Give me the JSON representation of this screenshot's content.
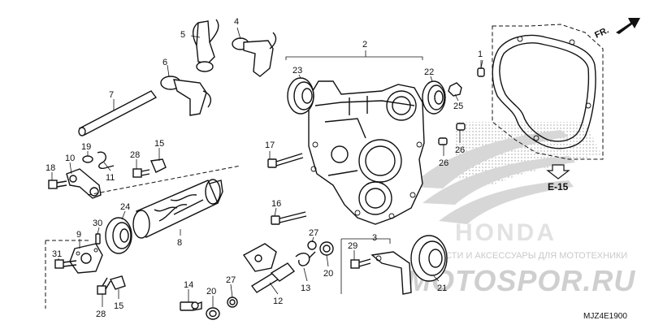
{
  "diagram": {
    "code": "MJZ4E1900",
    "direction_label": "FR.",
    "reference": "E-15",
    "watermark": {
      "brand": "HONDA",
      "shop_text": "ЗАПЧАСТИ И АКСЕССУАРЫ ДЛЯ МОТОТЕХНИКИ",
      "domain": "MOTOSPOR.RU"
    },
    "parts": {
      "p1": "1",
      "p2": "2",
      "p3": "3",
      "p4": "4",
      "p5": "5",
      "p6": "6",
      "p7": "7",
      "p8": "8",
      "p9": "9",
      "p10": "10",
      "p11": "11",
      "p12": "12",
      "p13": "13",
      "p14": "14",
      "p15a": "15",
      "p15b": "15",
      "p16": "16",
      "p17": "17",
      "p18": "18",
      "p19": "19",
      "p20a": "20",
      "p20b": "20",
      "p21": "21",
      "p22": "22",
      "p23": "23",
      "p24": "24",
      "p25": "25",
      "p26a": "26",
      "p26b": "26",
      "p27a": "27",
      "p27b": "27",
      "p28a": "28",
      "p28b": "28",
      "p29": "29",
      "p30": "30",
      "p31": "31"
    }
  }
}
